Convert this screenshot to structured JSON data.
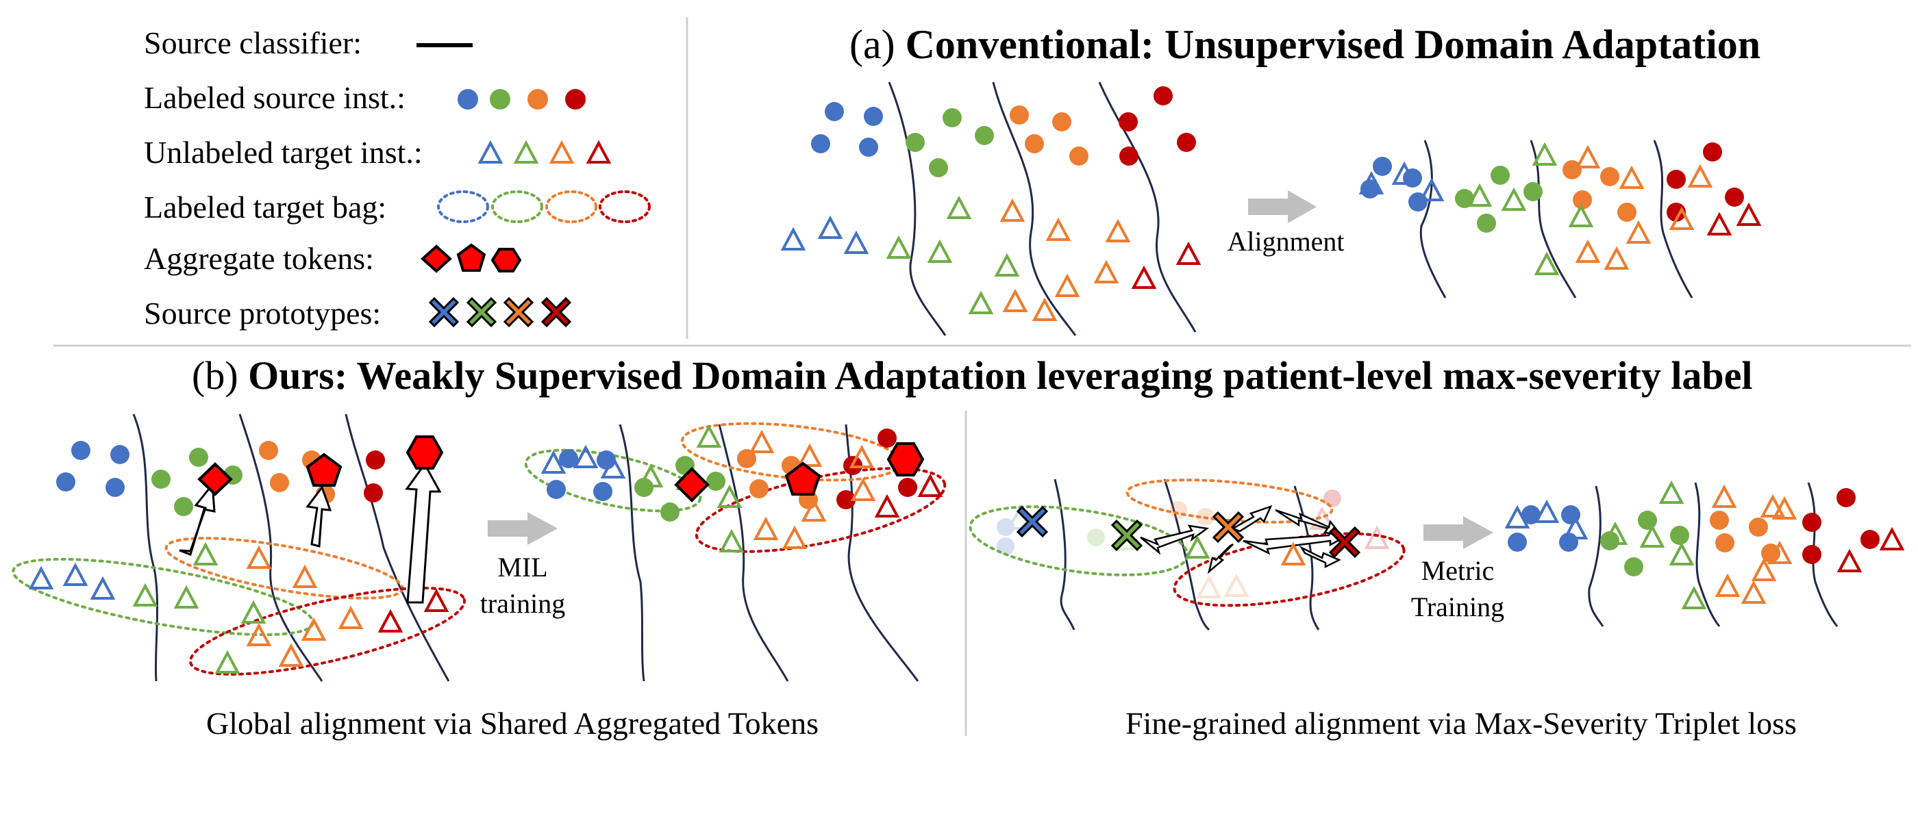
{
  "legend": {
    "source_classifier": "Source classifier:",
    "labeled_source": "Labeled source inst.:",
    "unlabeled_target": "Unlabeled target inst.:",
    "labeled_bag": "Labeled target bag:",
    "aggregate_tokens": "Aggregate tokens:",
    "source_prototypes": "Source prototypes:"
  },
  "panel_a": {
    "prefix": "(a) ",
    "title": "Conventional: Unsupervised Domain Adaptation",
    "arrow_label": "Alignment"
  },
  "panel_b": {
    "prefix": "(b) ",
    "title": "Ours: Weakly Supervised Domain Adaptation leveraging patient-level max-severity label",
    "mil_line1": "MIL",
    "mil_line2": "training",
    "metric_line1": "Metric",
    "metric_line2": "Training",
    "caption_left": "Global alignment via Shared Aggregated Tokens",
    "caption_right": "Fine-grained alignment via Max-Severity Triplet loss"
  },
  "colors": {
    "blue": "#4472c4",
    "green": "#70ad47",
    "orange": "#ed7d31",
    "red": "#c00000",
    "token_red": "#ff0000",
    "curve": "#1f2a4a",
    "arrow_gray": "#bfbfbf"
  }
}
